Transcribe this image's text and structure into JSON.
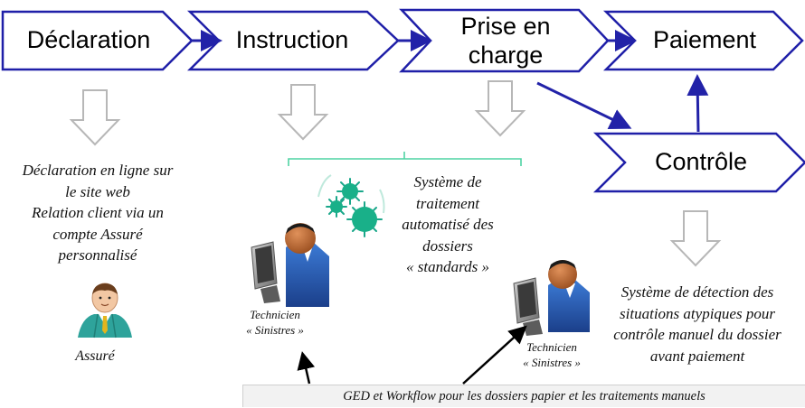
{
  "steps": {
    "declaration": "Déclaration",
    "instruction": "Instruction",
    "prise_line1": "Prise en",
    "prise_line2": "charge",
    "paiement": "Paiement",
    "controle": "Contrôle"
  },
  "captions": {
    "declaration_lines": [
      "Déclaration en ligne sur",
      "le site web",
      "Relation client via un",
      "compte Assuré",
      "personnalisé"
    ],
    "system_lines": [
      "Système de",
      "traitement",
      "automatisé des",
      "dossiers",
      "« standards »"
    ],
    "detection_lines": [
      "Système de détection des",
      "situations atypiques pour",
      "contrôle manuel du dossier",
      "avant paiement"
    ]
  },
  "people": {
    "assure": "Assuré",
    "technician1_line1": "Technicien",
    "technician1_line2": "« Sinistres »",
    "technician2_line1": "Technicien",
    "technician2_line2": "« Sinistres »"
  },
  "bottom_bar": "GED et Workflow pour les dossiers papier et les traitements manuels",
  "colors": {
    "step_border": "#1f1fa8",
    "connector": "#2222a8",
    "hollow_arrow": "#b7b7b7",
    "bracket": "#4fd3a3",
    "virus": "#1aa78a"
  }
}
